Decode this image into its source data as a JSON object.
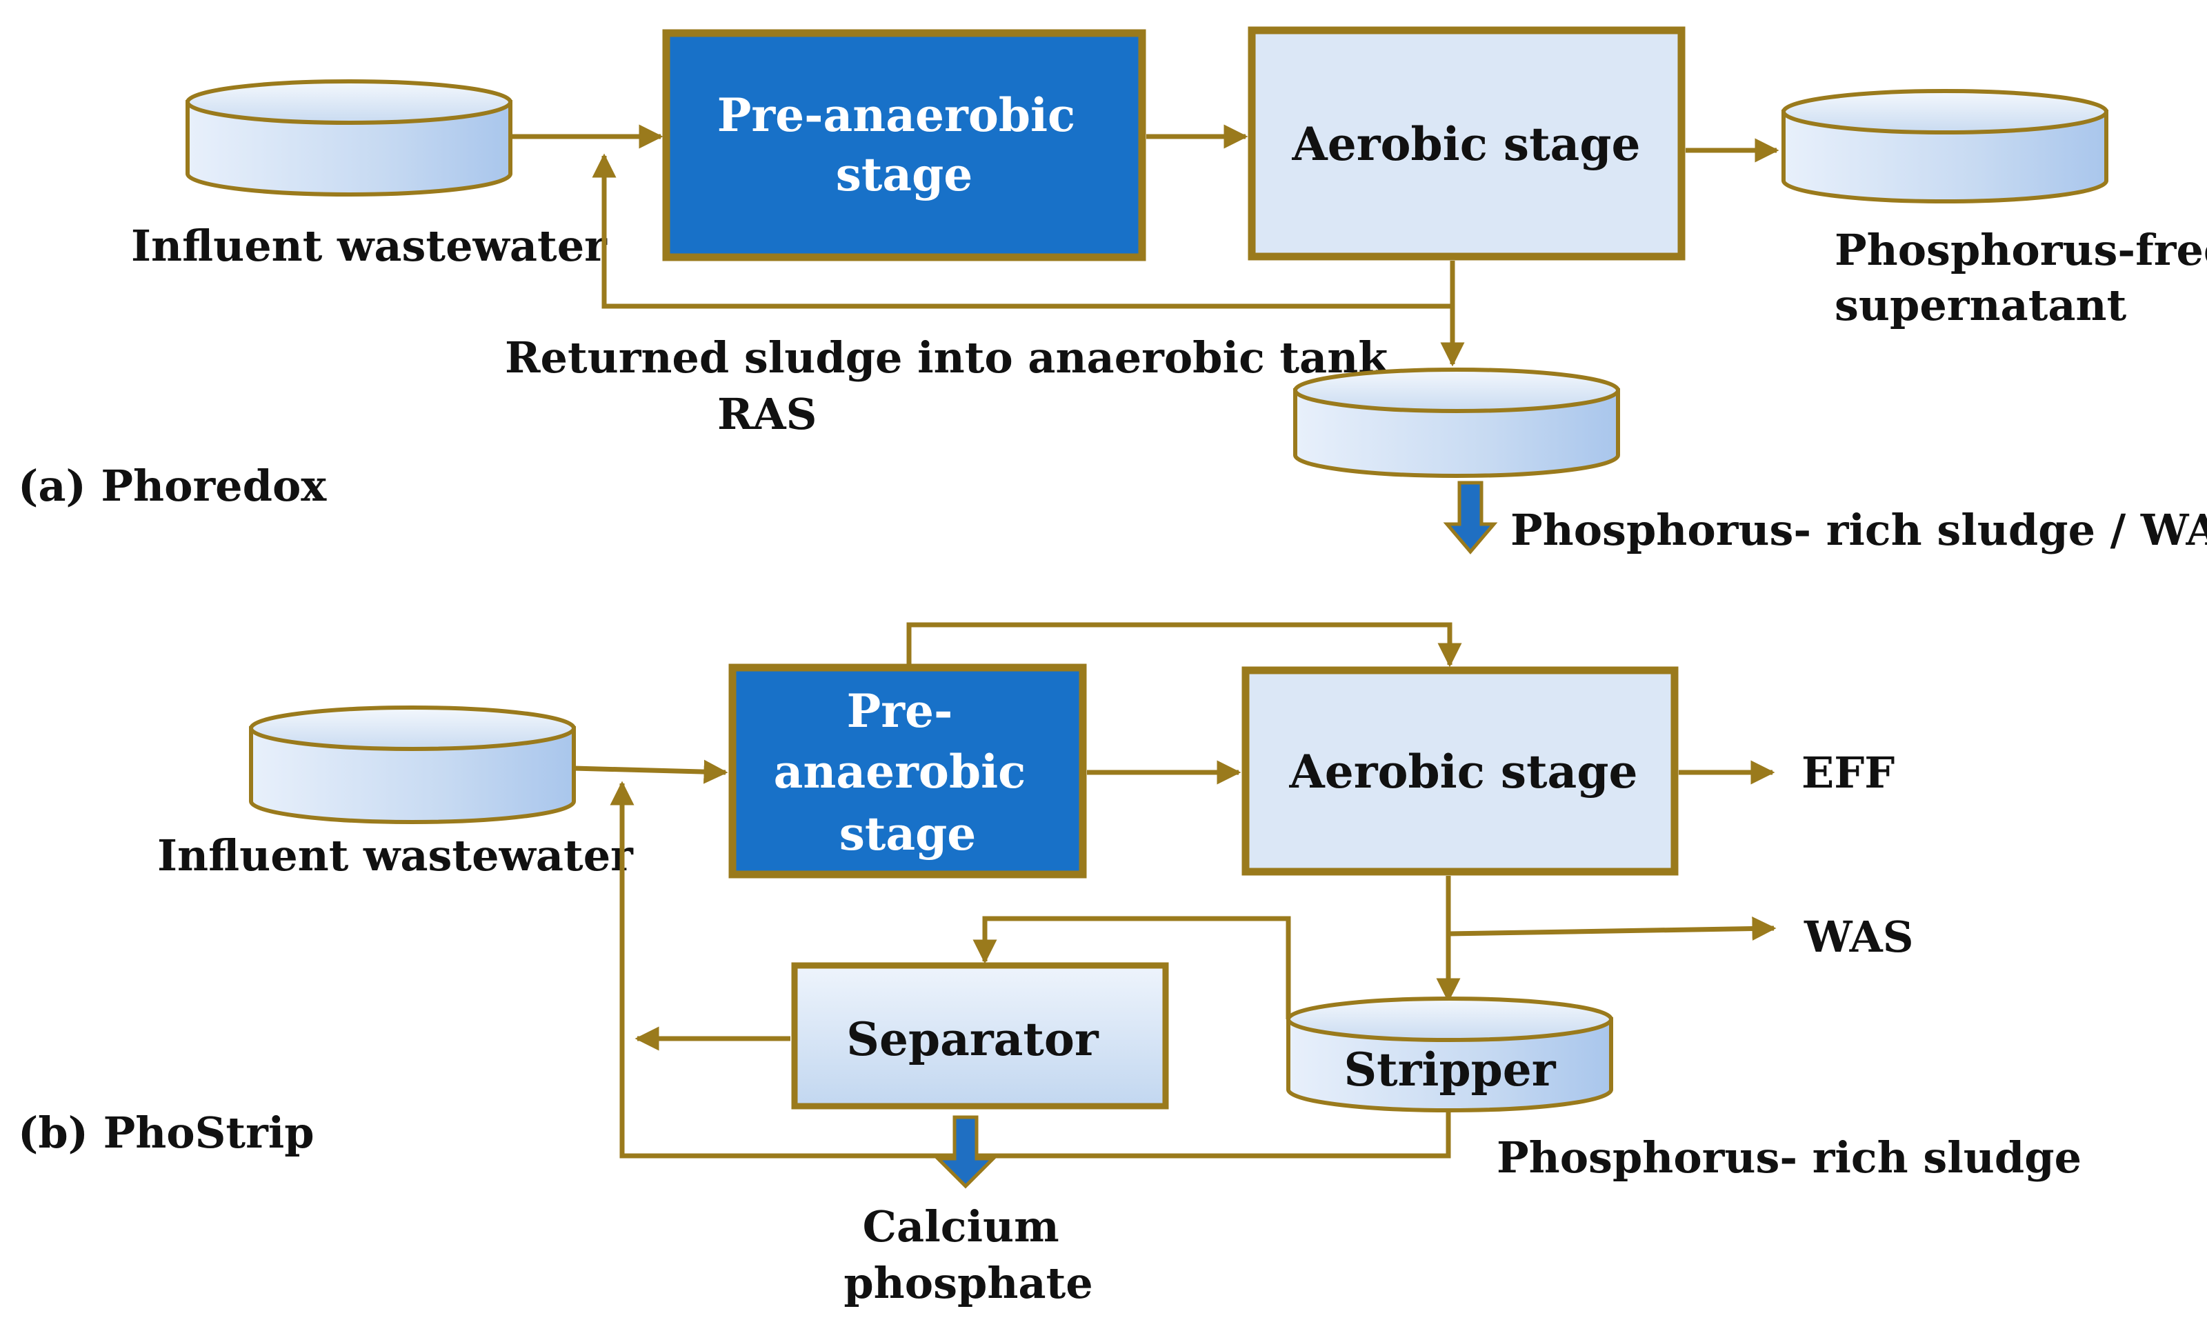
{
  "colors": {
    "brown_line": "#9a7a1c",
    "dark_blue_box": "#1871c8",
    "light_blue_box": "#dbe7f6",
    "arrow_blue": "#1f6fc2"
  },
  "panel_a": {
    "caption": "(a) Phoredox",
    "influent_label": "Influent wastewater",
    "pre_anaerobic": [
      "Pre-anaerobic",
      "stage"
    ],
    "aerobic": "Aerobic stage",
    "supernatant": [
      "Phosphorus-free",
      "supernatant"
    ],
    "returned_sludge": [
      "Returned sludge into anaerobic tank",
      "RAS"
    ],
    "output": "Phosphorus- rich sludge / WAS"
  },
  "panel_b": {
    "caption": "(b) PhoStrip",
    "influent_label": "Influent wastewater",
    "pre_anaerobic": [
      "Pre-",
      "anaerobic",
      "stage"
    ],
    "aerobic": "Aerobic stage",
    "eff": "EFF",
    "was": "WAS",
    "separator": "Separator",
    "stripper": "Stripper",
    "rich_sludge": "Phosphorus- rich sludge",
    "calcium": [
      "Calcium",
      "phosphate"
    ]
  }
}
